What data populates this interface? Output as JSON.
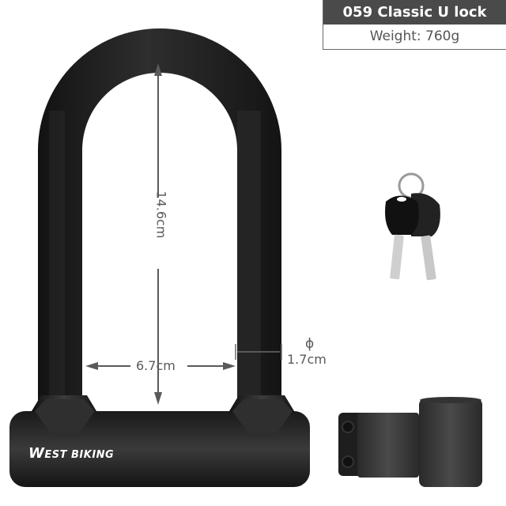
{
  "product": {
    "title": "059 Classic U lock",
    "weight_label": "Weight: 760g",
    "brand_initial": "W",
    "brand_rest": "EST BIKING"
  },
  "dimensions": {
    "height": "14.6cm",
    "inner_width": "6.7cm",
    "diameter_symbol": "ϕ",
    "diameter": "1.7cm"
  },
  "colors": {
    "title_bar": "#4a4a4a",
    "lock_body": "#1c1c1c",
    "dimension_line": "#5a5a5a"
  },
  "accessories": {
    "keys": "keys",
    "mount_bracket": "mount-bracket"
  }
}
